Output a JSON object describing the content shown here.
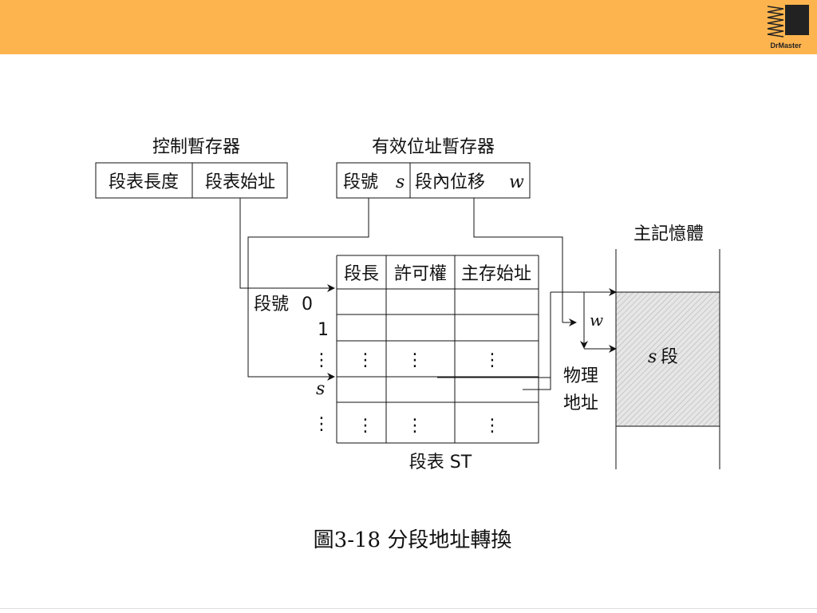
{
  "control_register": {
    "title": "控制暫存器",
    "cells": [
      "段表長度",
      "段表始址"
    ]
  },
  "address_register": {
    "title": "有效位址暫存器",
    "seg_label": "段號",
    "seg_var": "s",
    "offset_label": "段內位移",
    "offset_var": "w"
  },
  "segment_table": {
    "headers": [
      "段長",
      "許可權",
      "主存始址"
    ],
    "row_labels": {
      "zero_prefix": "段號",
      "zero": "0",
      "one": "1",
      "s": "s",
      "dots": "⋮"
    },
    "table_label": "段表 ST"
  },
  "main_memory": {
    "title": "主記憶體",
    "segment_var": "s",
    "segment_label": "段"
  },
  "offset_marker": "w",
  "physical_address": [
    "物理",
    "地址"
  ],
  "caption": "圖3-18  分段地址轉換",
  "logo": {
    "text": "DrMaster",
    "icon": "zigzag-logo-icon"
  },
  "colors": {
    "header_bar": "#fdb44e",
    "segment_fill": "#d8d8d8"
  }
}
